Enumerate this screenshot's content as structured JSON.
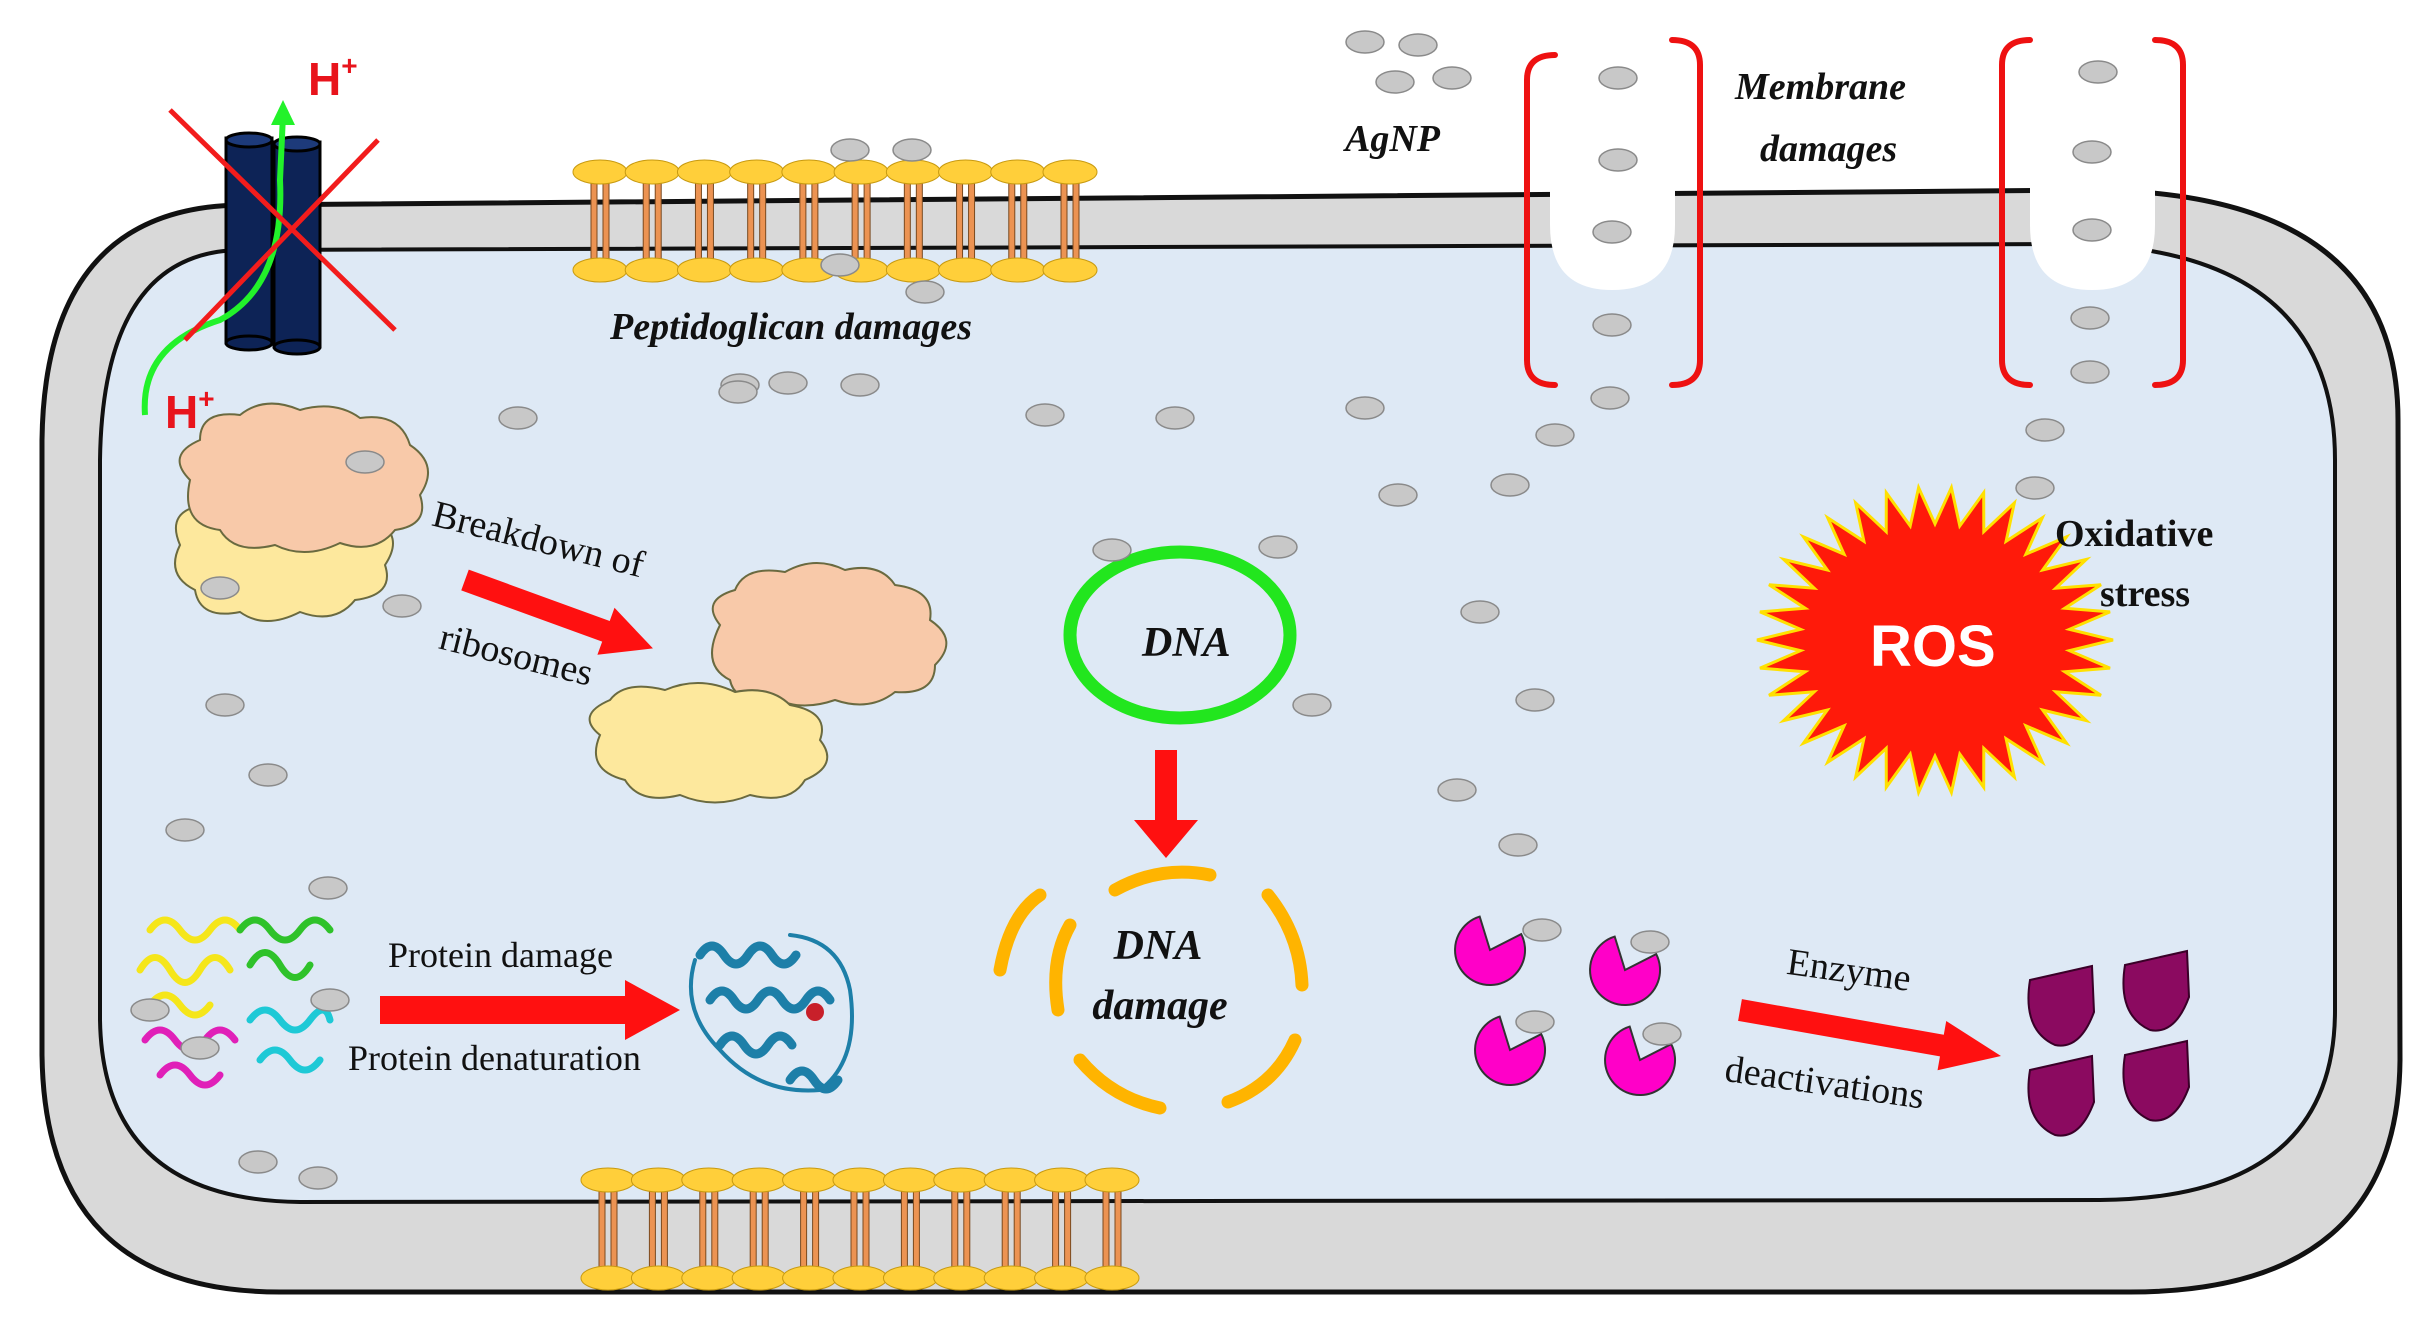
{
  "labels": {
    "h_top": "H",
    "h_bottom": "H",
    "h_superscript": "+",
    "agnp": "AgNP",
    "membrane_line1": "Membrane",
    "membrane_line2": "damages",
    "peptidoglycan": "Peptidoglican damages",
    "breakdown_line1": "Breakdown of",
    "breakdown_line2": "ribosomes",
    "dna": "DNA",
    "dna_damage_line1": "DNA",
    "dna_damage_line2": "damage",
    "oxidative_line1": "Oxidative",
    "oxidative_line2": "stress",
    "ros": "ROS",
    "protein_damage": "Protein damage",
    "protein_denaturation": "Protein denaturation",
    "enzyme_line1": "Enzyme",
    "enzyme_line2": "deactivations"
  },
  "colors": {
    "cell_wall": "#d9d9d9",
    "cytoplasm": "#dee9f5",
    "nanoparticle": "#c8c8c8",
    "arrow_red": "#ff1010",
    "dna_ring": "#22e61e",
    "dna_fragments": "#ffb400",
    "ros_burst": "#ff1a0a",
    "ribosome_large": "#f8c9a9",
    "ribosome_small": "#fde89d",
    "enzyme_active": "#ff00c8",
    "enzyme_inactive": "#8b0a60",
    "bracket": "#ee1111",
    "channel": "#0d2356",
    "lipid_head": "#ffcf3a",
    "lipid_tail": "#ec9352"
  }
}
